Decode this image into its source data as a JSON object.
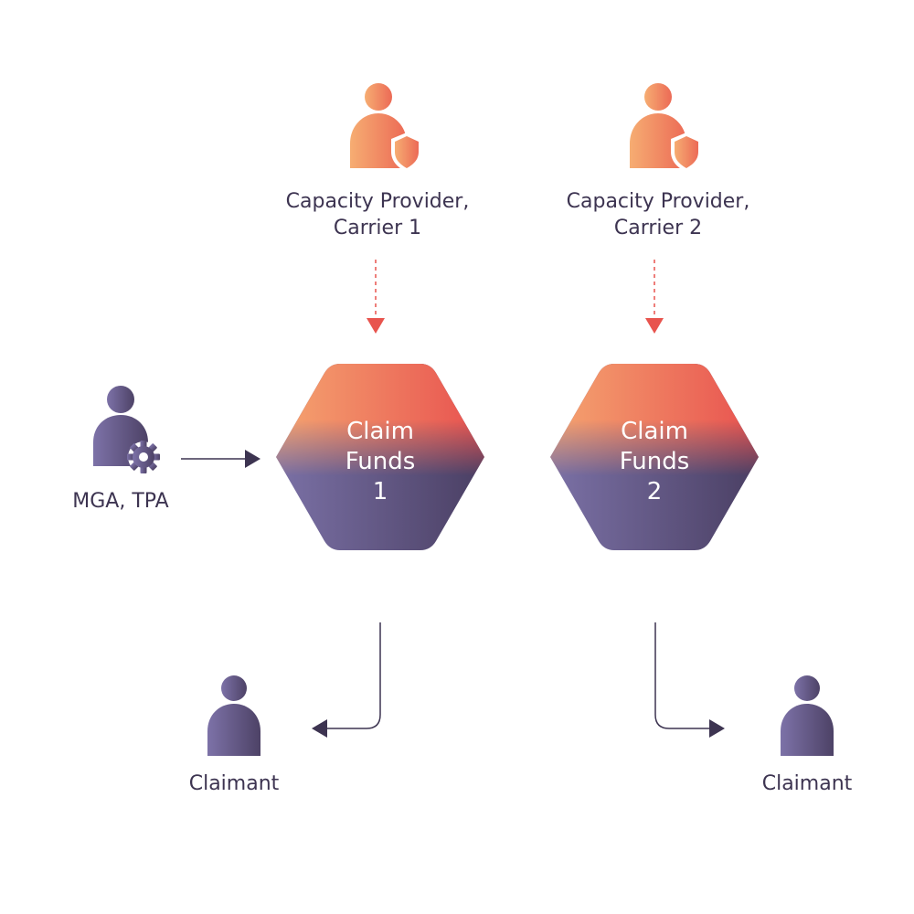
{
  "colors": {
    "accent_orange": "#f4a46e",
    "accent_red": "#e8544e",
    "purple": "#7a6fa3",
    "purple_dark": "#4f4468",
    "text_dark": "#3d3451",
    "arrow_dark": "#3d3451"
  },
  "nodes": {
    "carrier1": {
      "line1": "Capacity Provider,",
      "line2": "Carrier 1",
      "icon": "user-shield-icon"
    },
    "carrier2": {
      "line1": "Capacity Provider,",
      "line2": "Carrier 2",
      "icon": "user-shield-icon"
    },
    "mga": {
      "label": "MGA, TPA",
      "icon": "user-gear-icon"
    },
    "fund1": {
      "line1": "Claim",
      "line2": "Funds",
      "line3": "1"
    },
    "fund2": {
      "line1": "Claim",
      "line2": "Funds",
      "line3": "2"
    },
    "claimant1": {
      "label": "Claimant",
      "icon": "user-icon"
    },
    "claimant2": {
      "label": "Claimant",
      "icon": "user-icon"
    }
  }
}
